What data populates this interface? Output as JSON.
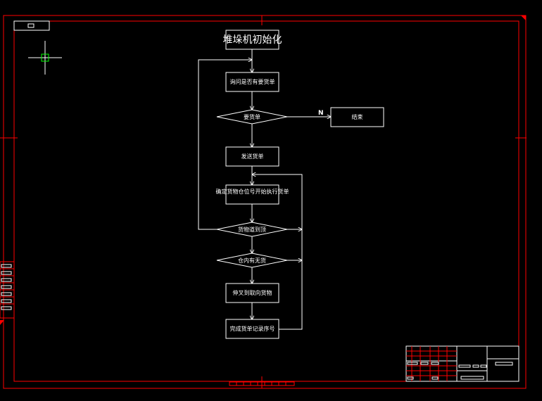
{
  "diagram": {
    "nodes": {
      "init": "堆垛机初始化",
      "ask": "询问是否有要货单",
      "has_order": "要货单",
      "end": "结束",
      "send": "发送货单",
      "locate": "确定货物仓位号开始执行货单",
      "arrived": "货物道到顶",
      "empty": "仓内有无货",
      "pick": "伸叉到取向货物",
      "done": "完成货单记录序号"
    },
    "edge_labels": {
      "no": "N"
    }
  },
  "colors": {
    "background": "#000000",
    "frame": "#ff0000",
    "lines": "#ffffff",
    "crosshair": "#ffffff",
    "crosshair_box": "#00ff00"
  }
}
